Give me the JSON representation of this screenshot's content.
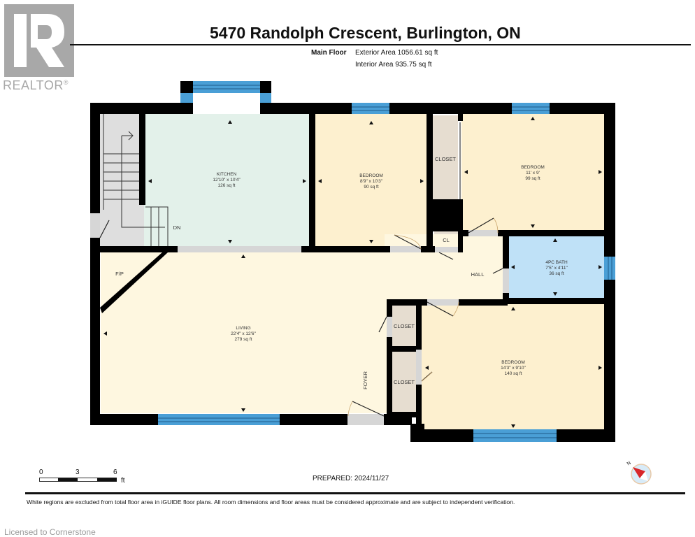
{
  "branding": {
    "logo_text": "REALTOR",
    "registered_mark": "®",
    "license_text": "Licensed to Cornerstone"
  },
  "header": {
    "title": "5470 Randolph Crescent, Burlington, ON",
    "floor_label": "Main Floor",
    "exterior_area": "Exterior Area 1056.61 sq ft",
    "interior_area": "Interior Area 935.75 sq ft"
  },
  "rooms": [
    {
      "name": "KITCHEN",
      "dims": "12'10\" x 10'4\"",
      "area": "126 sq ft",
      "color": "#e3f1ea"
    },
    {
      "name": "BEDROOM",
      "dims": "8'9\" x 10'3\"",
      "area": "90 sq ft",
      "color": "#fdf0cf"
    },
    {
      "name": "BEDROOM",
      "dims": "11' x 9'",
      "area": "99 sq ft",
      "color": "#fdf0cf"
    },
    {
      "name": "4PC BATH",
      "dims": "7'5\" x 4'11\"",
      "area": "36 sq ft",
      "color": "#bfe1f7"
    },
    {
      "name": "LIVING",
      "dims": "22'4\" x 12'6\"",
      "area": "279 sq ft",
      "color": "#fef7e0"
    },
    {
      "name": "BEDROOM",
      "dims": "14'3\" x 9'10\"",
      "area": "140 sq ft",
      "color": "#fdf0cf"
    }
  ],
  "labels": {
    "closet": "CLOSET",
    "cl": "CL",
    "hall": "HALL",
    "foyer": "FOYER",
    "fireplace": "F/P",
    "stairs_down": "DN"
  },
  "colors": {
    "wall": "#000000",
    "window": "#4a9fd6",
    "closet": "#e6ddd0",
    "stairs": "#dedede",
    "door_opening": "#d6d6d6"
  },
  "footer": {
    "scale_ticks": [
      "0",
      "3",
      "6"
    ],
    "scale_unit": "ft",
    "prepared": "PREPARED: 2024/11/27",
    "compass_label": "N",
    "disclaimer": "White regions are excluded from total floor area in iGUIDE floor plans. All room dimensions and floor areas must be considered approximate and are subject to independent verification."
  }
}
